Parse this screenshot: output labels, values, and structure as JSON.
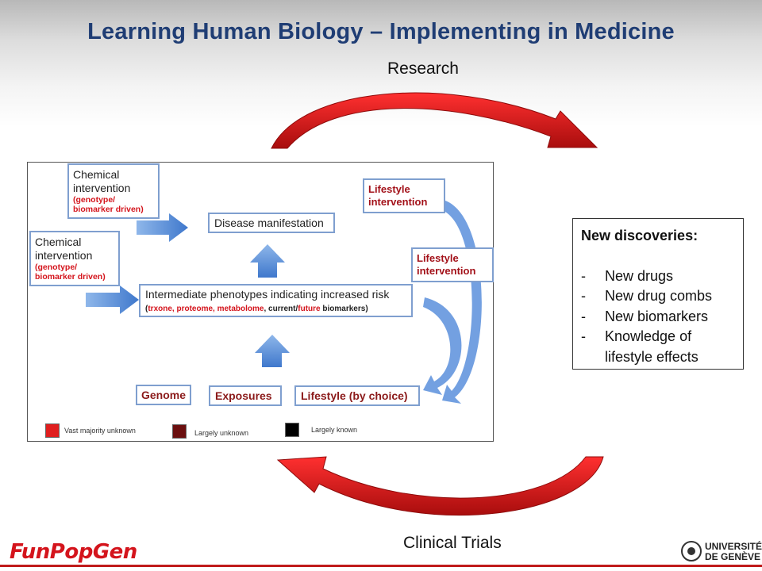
{
  "title": "Learning Human Biology – Implementing in Medicine",
  "cycle": {
    "top_label": "Research",
    "bottom_label": "Clinical Trials"
  },
  "diagram": {
    "chem_top": {
      "title": "Chemical intervention",
      "note": "(genotype/ biomarker driven)"
    },
    "chem_left": {
      "title": "Chemical intervention",
      "note": "(genotype/ biomarker driven)"
    },
    "disease": "Disease manifestation",
    "intermediate": {
      "title": "Intermediate phenotypes indicating increased risk",
      "sub_open": "(",
      "trxone": "trxone, proteome, metabolome",
      "comma": ", current/",
      "future": "future",
      "close": " biomarkers)"
    },
    "lifestyle_int_top": "Lifestyle intervention",
    "lifestyle_int_mid": "Lifestyle intervention",
    "genome": "Genome",
    "exposures": "Exposures",
    "lifestyle_choice": "Lifestyle (by choice)",
    "legend": [
      {
        "label": "Vast majority unknown",
        "color": "#e01e1e"
      },
      {
        "label": "Largely unknown",
        "color": "#6b0f0f"
      },
      {
        "label": "Largely known",
        "color": "#000000"
      }
    ]
  },
  "discoveries": {
    "heading": "New discoveries:",
    "items": [
      "New drugs",
      "New drug combs",
      "New biomarkers",
      "Knowledge of lifestyle effects"
    ],
    "dash": "-"
  },
  "logo_left": "FunPopGen",
  "logo_right": {
    "line1": "UNIVERSITÉ",
    "line2": "DE GENÈVE"
  },
  "colors": {
    "title": "#1f3d74",
    "accent_red": "#d4141c",
    "arrow_blue": "#4f86d6"
  }
}
